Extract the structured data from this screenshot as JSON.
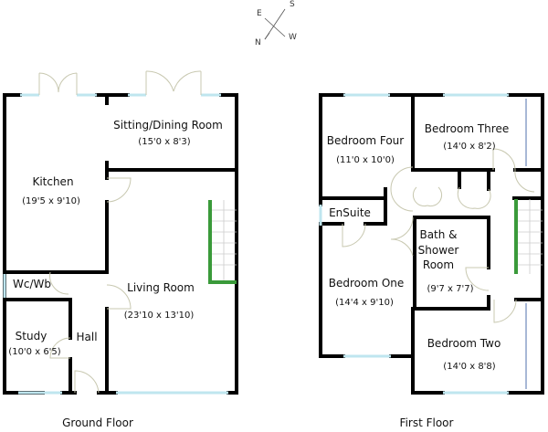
{
  "compass": {
    "n": "N",
    "e": "E",
    "s": "S",
    "w": "W"
  },
  "ground_floor": {
    "title": "Ground Floor",
    "rooms": [
      {
        "name": "Sitting/Dining Room",
        "dims": "(15'0 x 8'3)"
      },
      {
        "name": "Kitchen",
        "dims": "(19'5 x 9'10)"
      },
      {
        "name": "Wc/Wb",
        "dims": ""
      },
      {
        "name": "Living Room",
        "dims": "(23'10 x 13'10)"
      },
      {
        "name": "Study",
        "dims": "(10'0 x 6'5)"
      },
      {
        "name": "Hall",
        "dims": ""
      }
    ]
  },
  "first_floor": {
    "title": "First Floor",
    "rooms": [
      {
        "name": "Bedroom Four",
        "dims": "(11'0 x 10'0)"
      },
      {
        "name": "Bedroom Three",
        "dims": "(14'0 x 8'2)"
      },
      {
        "name": "EnSuite",
        "dims": ""
      },
      {
        "name": "Bath &",
        "name2": "Shower",
        "name3": "Room",
        "dims": "(9'7 x 7'7)"
      },
      {
        "name": "Bedroom One",
        "dims": "(14'4 x 9'10)"
      },
      {
        "name": "Bedroom Two",
        "dims": "(14'0 x 8'8)"
      }
    ]
  }
}
